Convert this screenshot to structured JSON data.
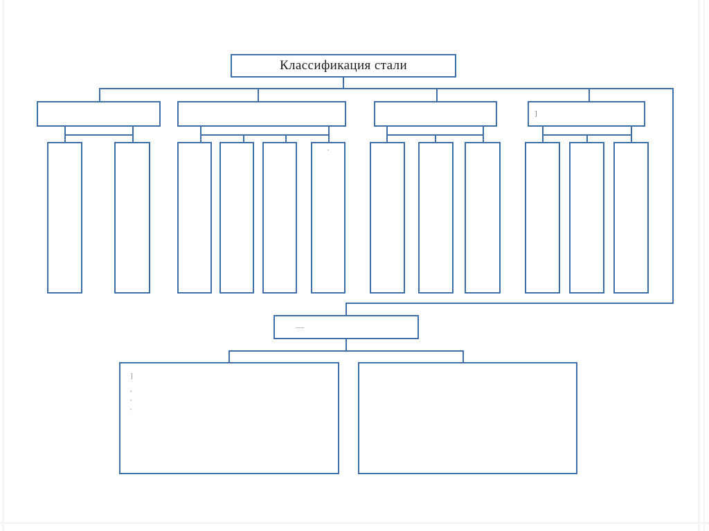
{
  "diagram": {
    "type": "hierarchy-tree",
    "language": "ru",
    "accent_color": "#3f6fa8",
    "background_color": "#ffffff",
    "title": "Классификация стали",
    "levels": 3,
    "note": "Blank template chart — category and leaf boxes are empty placeholders; only faint stray glyph artifacts remain."
  },
  "title_box": {
    "label": "Классификация стали"
  },
  "categories": [
    {
      "id": "group-1",
      "label": "",
      "leaf_count": 2
    },
    {
      "id": "group-2",
      "label": "",
      "leaf_count": 4
    },
    {
      "id": "group-3",
      "label": "",
      "leaf_count": 3
    },
    {
      "id": "group-4",
      "label": "]",
      "leaf_count": 3
    }
  ],
  "leaves": {
    "group_1": [
      {
        "label": ""
      },
      {
        "label": ""
      }
    ],
    "group_2": [
      {
        "label": ""
      },
      {
        "label": ""
      },
      {
        "label": ""
      },
      {
        "label": "-"
      }
    ],
    "group_3": [
      {
        "label": ""
      },
      {
        "label": ""
      },
      {
        "label": ""
      }
    ],
    "group_4": [
      {
        "label": ""
      },
      {
        "label": ""
      },
      {
        "label": ""
      }
    ]
  },
  "summary_box": {
    "label": "—"
  },
  "bottom_boxes": [
    {
      "id": "bottom-left",
      "label": "]\n\n'\n'\n'"
    },
    {
      "id": "bottom-right",
      "label": ""
    }
  ]
}
